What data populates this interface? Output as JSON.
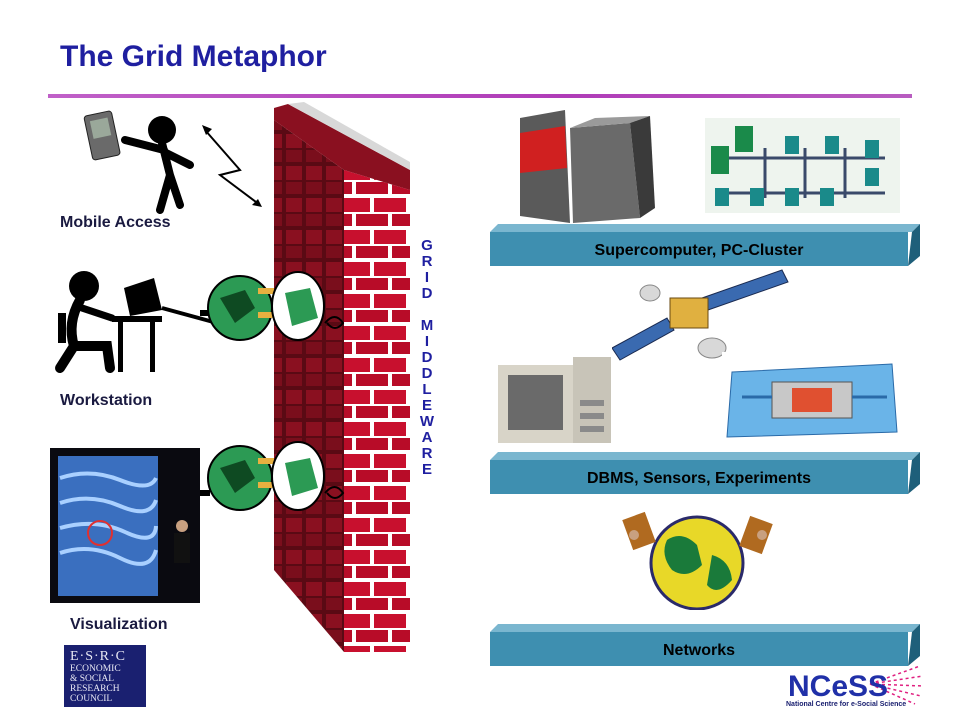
{
  "slide": {
    "title": "The Grid Metaphor",
    "labels": {
      "mobile": "Mobile Access",
      "workstation": "Workstation",
      "visualization": "Visualization"
    },
    "middleware_text": "G\nR\nI\nD\n\nM\nI\nD\nD\nL\nE\nW\nA\nR\nE",
    "bars": {
      "top": "Supercomputer, PC-Cluster",
      "middle": "DBMS, Sensors, Experiments",
      "bottom": "Networks"
    },
    "logos": {
      "esrc": [
        "E·S·R·C",
        "ECONOMIC",
        "& SOCIAL",
        "RESEARCH",
        "COUNCIL"
      ],
      "ncess_word": "NCeSS",
      "ncess_sub": "National Centre for e-Social Science"
    }
  },
  "colors": {
    "title": "#1f1fa0",
    "bar": "#3e8fb0",
    "brick": "#c8102e",
    "mortar": "#ffffff"
  }
}
